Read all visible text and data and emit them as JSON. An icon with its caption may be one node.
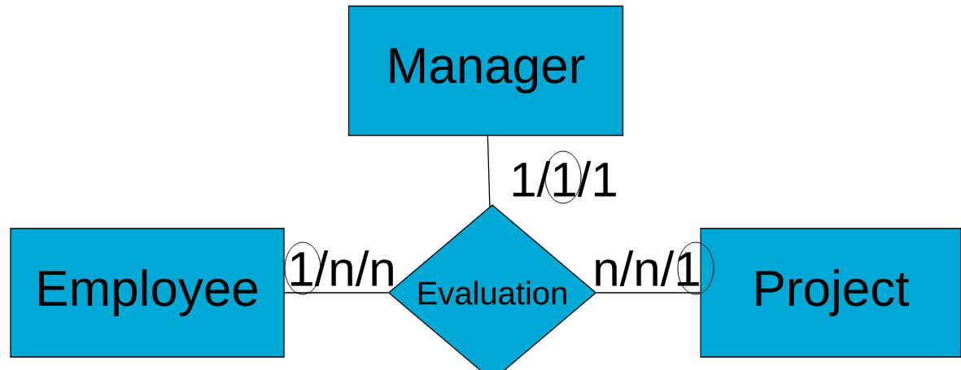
{
  "diagram": {
    "nodes": [
      {
        "text": [
          "Manager"
        ]
      },
      {
        "text": [
          "Employee"
        ]
      },
      {
        "text": [
          "Evaluation"
        ]
      },
      {
        "text": [
          "Project"
        ]
      }
    ],
    "edges": [
      {
        "from": 0,
        "to": 2,
        "arrow": "none",
        "label": "1/1/1"
      },
      {
        "from": 1,
        "to": 2,
        "arrow": "none",
        "label": "1/n/n"
      },
      {
        "from": 2,
        "to": 3,
        "arrow": "none",
        "label": "n/n/1"
      }
    ]
  }
}
